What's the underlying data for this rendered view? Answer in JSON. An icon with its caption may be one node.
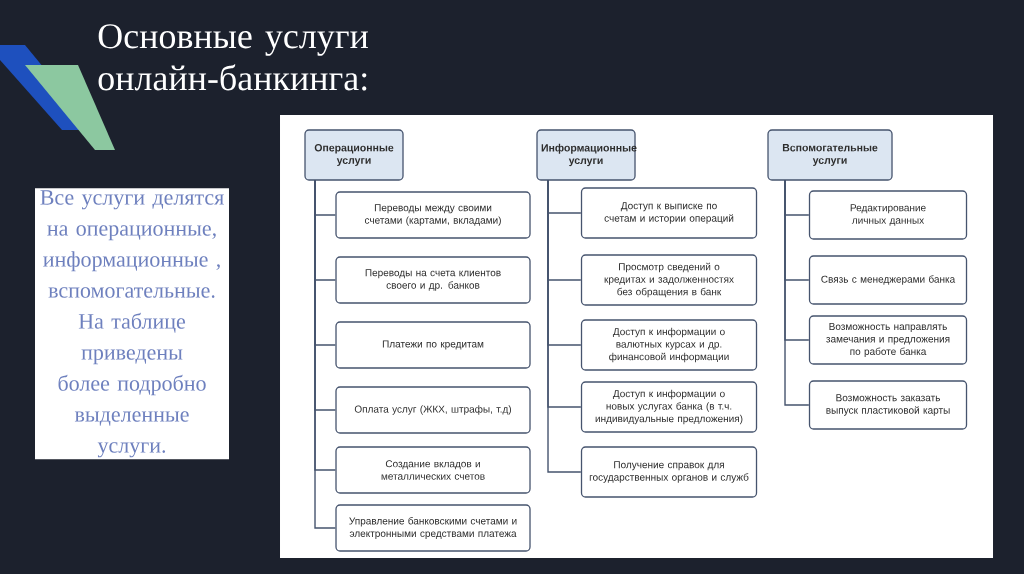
{
  "diagram": {
    "title": "Основные услуги онлайн-банкинга:",
    "nodes": [
      {
        "text": [
          "Операционные услуги"
        ]
      },
      {
        "text": [
          "Переводы между своими счетами (картами, вкладами)"
        ]
      },
      {
        "text": [
          "Переводы на счета клиентов своего и др. банков"
        ]
      },
      {
        "text": [
          "Платежи по кредитам"
        ]
      },
      {
        "text": [
          "Оплата услуг (ЖКХ, штрафы, т.д)"
        ]
      },
      {
        "text": [
          "Создание вкладов и металлических счетов"
        ]
      },
      {
        "text": [
          "Управление банковскими счетами и электронными средствами платежа"
        ]
      },
      {
        "text": [
          "Информационные услуги"
        ]
      },
      {
        "text": [
          "Доступ к выписке по счетам и истории операций"
        ]
      },
      {
        "text": [
          "Просмотр сведений о кредитах и задолженностях без обращения в банк"
        ]
      },
      {
        "text": [
          "Доступ к информации о валютных курсах и др. финансовой информации"
        ]
      },
      {
        "text": [
          "Доступ к информации о новых услугах банка (в т.ч. индивидуальные предложения)"
        ]
      },
      {
        "text": [
          "Получение справок для государственных органов и служб"
        ]
      },
      {
        "text": [
          "Вспомогательные услуги"
        ]
      },
      {
        "text": [
          "Редактирование личных данных"
        ]
      },
      {
        "text": [
          "Связь с менеджерами банка"
        ]
      },
      {
        "text": [
          "Возможность направлять замечания и предложения по работе банка"
        ]
      },
      {
        "text": [
          "Возможность заказать выпуск пластиковой карты"
        ]
      }
    ],
    "edges": [
      {
        "from": 0,
        "to": 1,
        "arrow": "none"
      },
      {
        "from": 0,
        "to": 2,
        "arrow": "none"
      },
      {
        "from": 0,
        "to": 3,
        "arrow": "none"
      },
      {
        "from": 0,
        "to": 4,
        "arrow": "none"
      },
      {
        "from": 0,
        "to": 5,
        "arrow": "none"
      },
      {
        "from": 0,
        "to": 6,
        "arrow": "none"
      },
      {
        "from": 7,
        "to": 8,
        "arrow": "none"
      },
      {
        "from": 7,
        "to": 9,
        "arrow": "none"
      },
      {
        "from": 7,
        "to": 10,
        "arrow": "none"
      },
      {
        "from": 7,
        "to": 11,
        "arrow": "none"
      },
      {
        "from": 7,
        "to": 12,
        "arrow": "none"
      },
      {
        "from": 13,
        "to": 14,
        "arrow": "none"
      },
      {
        "from": 13,
        "to": 15,
        "arrow": "none"
      },
      {
        "from": 13,
        "to": 16,
        "arrow": "none"
      },
      {
        "from": 13,
        "to": 17,
        "arrow": "none"
      }
    ],
    "labels": [
      "Все услуги делятся на операционные, информационные , вспомогательные. На таблице приведены более подробно выделенные услуги."
    ]
  }
}
